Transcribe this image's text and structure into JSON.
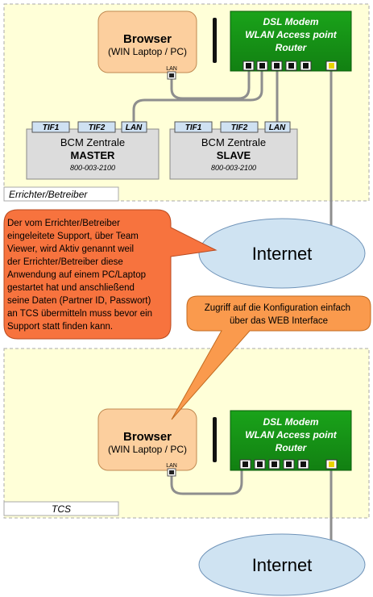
{
  "top_zone": {
    "label": "Errichter/Betreiber",
    "browser": {
      "title": "Browser",
      "subtitle": "(WIN Laptop / PC)",
      "port_label": "LAN"
    },
    "router": {
      "line1": "DSL Modem",
      "line2": "WLAN Access point",
      "line3": "Router"
    },
    "master": {
      "ports": [
        "TIF1",
        "TIF2",
        "LAN"
      ],
      "line1": "BCM Zentrale",
      "line2": "MASTER",
      "line3": "800-003-2100"
    },
    "slave": {
      "ports": [
        "TIF1",
        "TIF2",
        "LAN"
      ],
      "line1": "BCM Zentrale",
      "line2": "SLAVE",
      "line3": "800-003-2100"
    }
  },
  "internet_top": {
    "label": "Internet"
  },
  "callout_red": {
    "lines": [
      "Der vom Errichter/Betreiber",
      "eingeleitete Support, über Team",
      "Viewer, wird Aktiv genannt weil",
      "der Errichter/Betreiber diese",
      "Anwendung auf einem PC/Laptop",
      "gestartet hat und anschließend",
      "seine Daten (Partner ID, Passwort)",
      "an TCS übermitteln muss bevor ein",
      "Support statt finden kann."
    ]
  },
  "callout_orange": {
    "lines": [
      "Zugriff auf die Konfiguration einfach",
      "über das WEB Interface"
    ]
  },
  "bottom_zone": {
    "label": "TCS",
    "browser": {
      "title": "Browser",
      "subtitle": "(WIN Laptop / PC)",
      "port_label": "LAN"
    },
    "router": {
      "line1": "DSL Modem",
      "line2": "WLAN Access point",
      "line3": "Router"
    }
  },
  "internet_bottom": {
    "label": "Internet"
  },
  "colors": {
    "zone_fill": "#ffffd8",
    "router_green": "#169216",
    "browser_fill": "#fccf9e",
    "cloud_fill": "#cfe3f2",
    "callout_red": "#f7733e",
    "callout_orange": "#fa9a4d",
    "bcm_fill": "#dcdcdc",
    "port_fill": "#cfe1f2"
  }
}
